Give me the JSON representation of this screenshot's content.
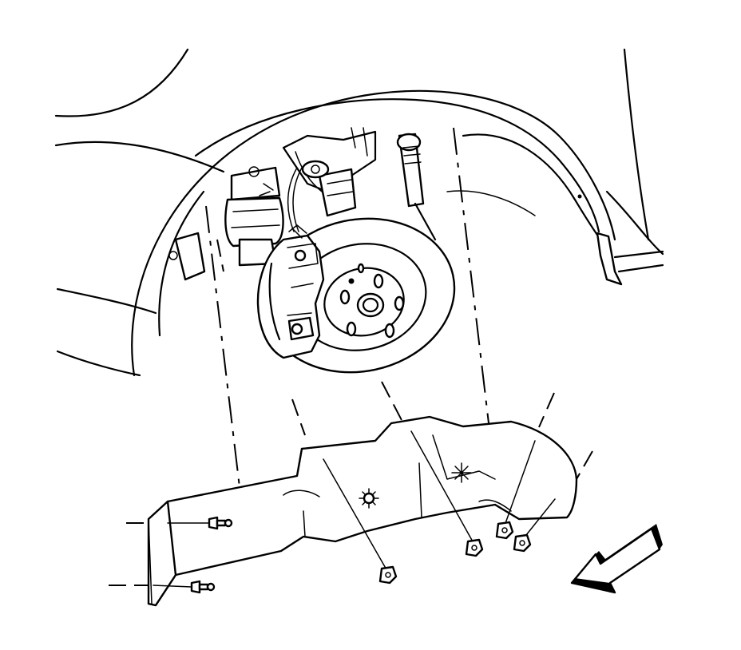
{
  "diagram": {
    "background": "#ffffff",
    "line_color": "#000000",
    "icons": {
      "direction_arrow": "front-arrow-icon",
      "splash_shield": "splash-shield-part",
      "brake_rotor": "brake-rotor-part"
    },
    "fastener_count": 6,
    "push_pin_count": 2
  }
}
